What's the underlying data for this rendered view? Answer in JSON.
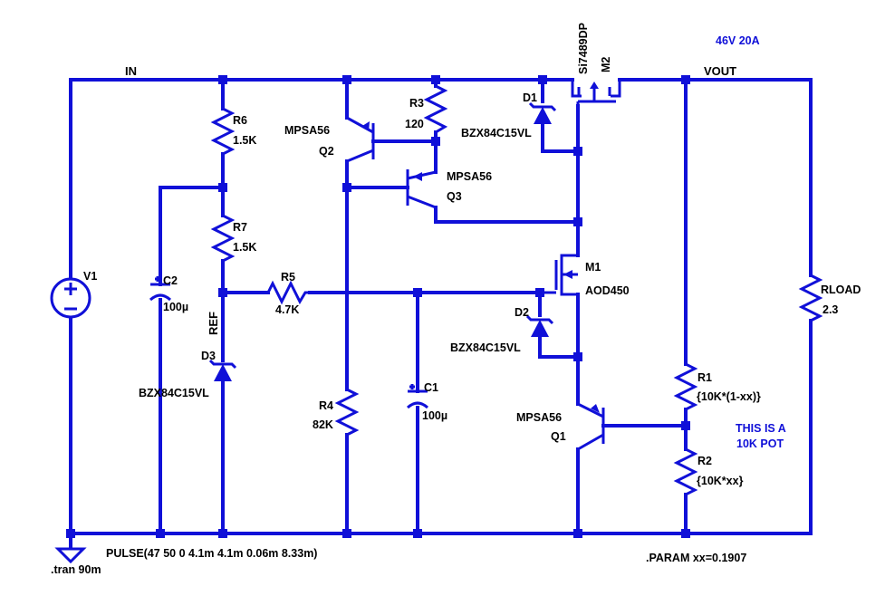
{
  "net_labels": {
    "in": "IN",
    "vout": "VOUT",
    "ref": "REF"
  },
  "annotations": {
    "rating": "46V 20A",
    "pot_line1": "THIS IS A",
    "pot_line2": "10K POT"
  },
  "components": {
    "v1": {
      "name": "V1"
    },
    "c2": {
      "name": "C2",
      "value": "100µ"
    },
    "r6": {
      "name": "R6",
      "value": "1.5K"
    },
    "r7": {
      "name": "R7",
      "value": "1.5K"
    },
    "d3": {
      "name": "D3",
      "value": "BZX84C15VL"
    },
    "r5": {
      "name": "R5",
      "value": "4.7K"
    },
    "r4": {
      "name": "R4",
      "value": "82K"
    },
    "c1": {
      "name": "C1",
      "value": "100µ"
    },
    "q2": {
      "name": "Q2",
      "value": "MPSA56"
    },
    "q3": {
      "name": "Q3",
      "value": "MPSA56"
    },
    "r3": {
      "name": "R3",
      "value": "120"
    },
    "d1": {
      "name": "D1",
      "value": "BZX84C15VL"
    },
    "m2": {
      "name": "M2",
      "value": "Si7489DP"
    },
    "m1": {
      "name": "M1",
      "value": "AOD450"
    },
    "d2": {
      "name": "D2",
      "value": "BZX84C15VL"
    },
    "q1": {
      "name": "Q1",
      "value": "MPSA56"
    },
    "r1": {
      "name": "R1",
      "value": "{10K*(1-xx)}"
    },
    "r2": {
      "name": "R2",
      "value": "{10K*xx}"
    },
    "rload": {
      "name": "RLOAD",
      "value": "2.3"
    }
  },
  "directives": {
    "pulse": "PULSE(47 50 0 4.1m 4.1m 0.06m 8.33m)",
    "tran": ".tran 90m",
    "param": ".PARAM  xx=0.1907"
  }
}
